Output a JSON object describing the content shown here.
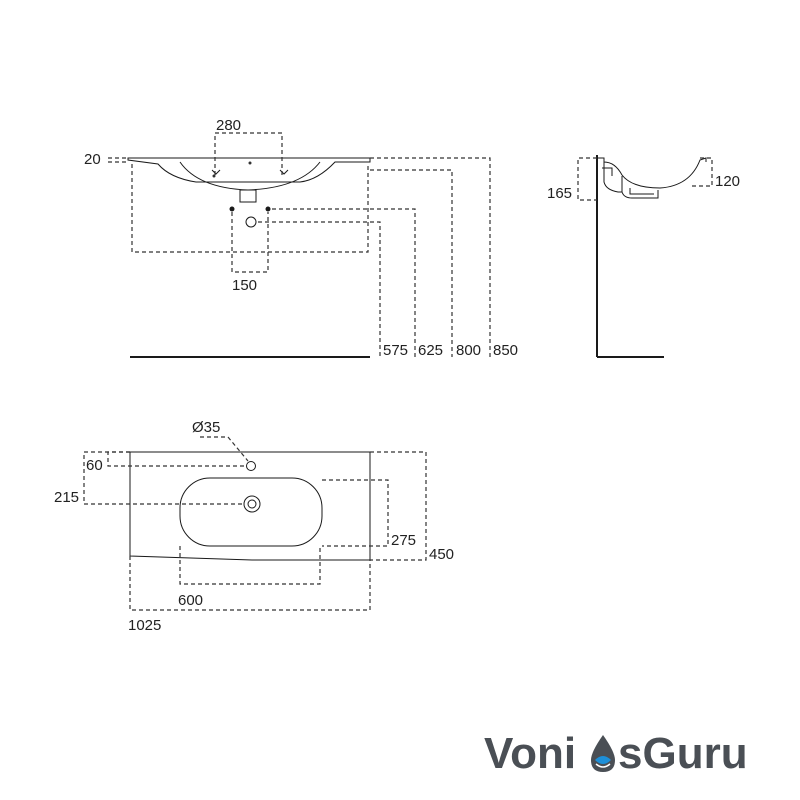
{
  "side_view": {
    "labels": {
      "d20": "20",
      "d280": "280",
      "d150": "150",
      "d575": "575",
      "d625": "625",
      "d800": "800",
      "d850": "850"
    }
  },
  "profile_view": {
    "labels": {
      "d165": "165",
      "d120": "120"
    }
  },
  "top_view": {
    "labels": {
      "d35": "Ø35",
      "d60": "60",
      "d215": "215",
      "d275": "275",
      "d450": "450",
      "d600": "600",
      "d1025": "1025"
    }
  },
  "logo": {
    "part1": "Voni",
    "part2": "sGuru",
    "accent_color": "#1d8fd8",
    "text_color": "#4a4f55"
  }
}
